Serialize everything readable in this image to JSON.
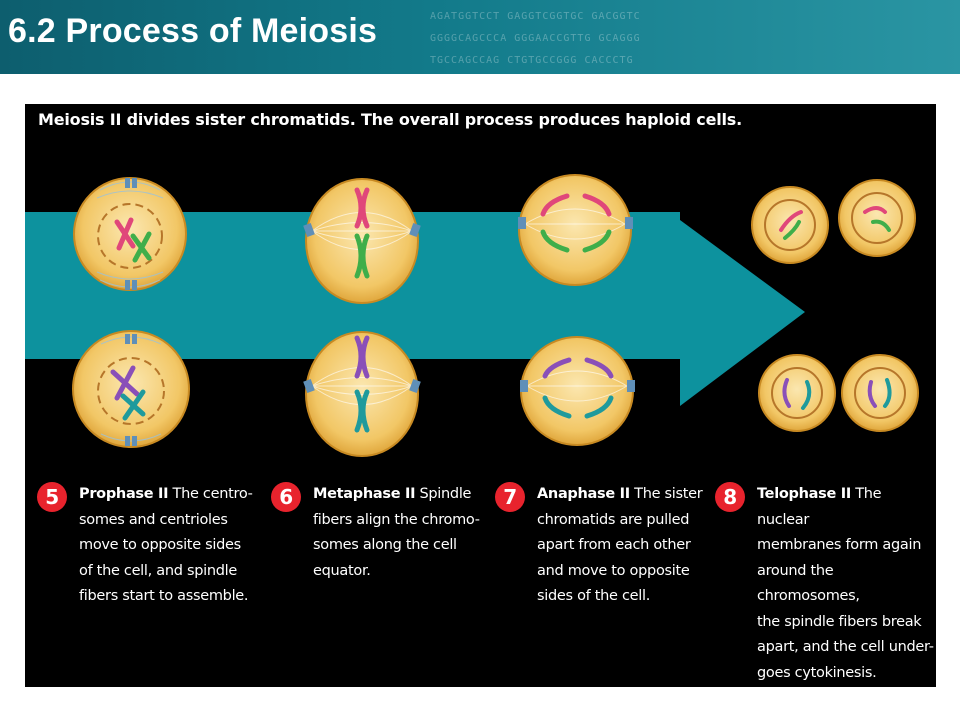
{
  "slide": {
    "title": "6.2 Process of Meiosis",
    "dna_lines": [
      "AGATGGTCCT GAGGTCGGTGC GACGGTC",
      "GGGGCAGCCCA GGGAACCGTTG GCAGGG",
      "TGCCAGCCAG CTGTGCCGGG CACCCTG"
    ]
  },
  "figure": {
    "heading": "Meiosis II divides sister chromatids. The overall process produces haploid cells.",
    "colors": {
      "arrow": "#0e9aa6",
      "cell": "#f0be55",
      "pink": "#e0477a",
      "green": "#3fae4a",
      "purple": "#8a4fb8",
      "teal": "#1f9a9c",
      "spindle": "#9cc2d8",
      "number_badge": "#e8232d"
    },
    "stages": [
      {
        "number": "5",
        "name": "Prophase II",
        "description": "The centro-",
        "lines": [
          "somes and centrioles",
          "move to opposite sides",
          "of the cell, and spindle",
          "fibers start to assemble."
        ]
      },
      {
        "number": "6",
        "name": "Metaphase II",
        "description": "Spindle",
        "lines": [
          "fibers align the chromo-",
          "somes along the cell",
          "equator."
        ]
      },
      {
        "number": "7",
        "name": "Anaphase II",
        "description": "The sister",
        "lines": [
          "chromatids are pulled",
          "apart from each other",
          "and move to opposite",
          "sides of the cell."
        ]
      },
      {
        "number": "8",
        "name": "Telophase II",
        "description": "The nuclear",
        "lines": [
          "membranes form again",
          "around the chromosomes,",
          "the spindle fibers break",
          "apart, and the cell under-",
          "goes cytokinesis."
        ]
      }
    ]
  }
}
